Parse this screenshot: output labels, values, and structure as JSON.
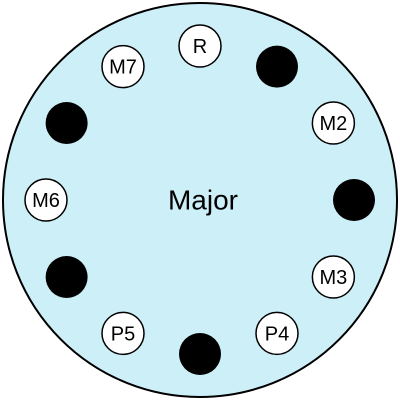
{
  "title": "Major",
  "colors": {
    "wheel_fill": "#cdf0f8",
    "outline": "#000000",
    "interval_fill": "#ffffff",
    "filled_dot": "#000000"
  },
  "notes": [
    {
      "label": "R",
      "in_scale": true
    },
    {
      "label": "",
      "in_scale": false
    },
    {
      "label": "M2",
      "in_scale": true
    },
    {
      "label": "",
      "in_scale": false
    },
    {
      "label": "M3",
      "in_scale": true
    },
    {
      "label": "P4",
      "in_scale": true
    },
    {
      "label": "",
      "in_scale": false
    },
    {
      "label": "P5",
      "in_scale": true
    },
    {
      "label": "",
      "in_scale": false
    },
    {
      "label": "M6",
      "in_scale": true
    },
    {
      "label": "",
      "in_scale": false
    },
    {
      "label": "M7",
      "in_scale": true
    }
  ]
}
